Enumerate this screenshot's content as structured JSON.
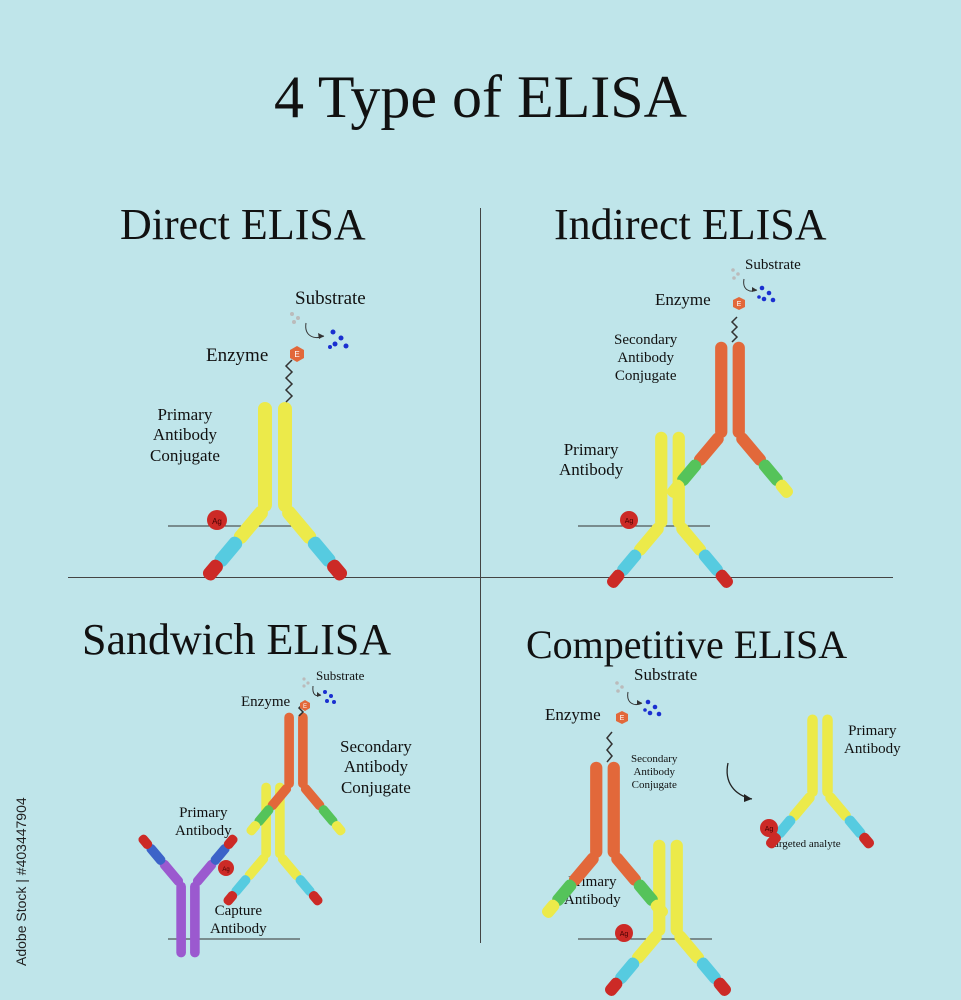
{
  "title": "4 Type of ELISA",
  "panels": {
    "direct": {
      "title": "Direct ELISA",
      "substrate": "Substrate",
      "enzyme": "Enzyme",
      "enzyme_letter": "E",
      "primary_conjugate": [
        "Primary",
        "Antibody",
        "Conjugate"
      ],
      "antigen": "Ag"
    },
    "indirect": {
      "title": "Indirect ELISA",
      "substrate": "Substrate",
      "enzyme": "Enzyme",
      "enzyme_letter": "E",
      "secondary_conjugate": [
        "Secondary",
        "Antibody",
        "Conjugate"
      ],
      "primary": [
        "Primary",
        "Antibody"
      ],
      "antigen": "Ag"
    },
    "sandwich": {
      "title": "Sandwich ELISA",
      "substrate": "Substrate",
      "enzyme": "Enzyme",
      "enzyme_letter": "E",
      "secondary_conjugate": [
        "Secondary",
        "Antibody",
        "Conjugate"
      ],
      "primary": [
        "Primary",
        "Antibody"
      ],
      "capture": [
        "Capture",
        "Antibody"
      ],
      "antigen": "Ag"
    },
    "competitive": {
      "title": "Competitive ELISA",
      "substrate": "Substrate",
      "enzyme": "Enzyme",
      "enzyme_letter": "E",
      "secondary_conjugate": [
        "Secondary",
        "Antibody",
        "Conjugate"
      ],
      "primary": [
        "Primary",
        "Antibody"
      ],
      "primary_free": [
        "Primary",
        "Antibody"
      ],
      "targeted_analyte": "Targeted analyte",
      "antigen": "Ag"
    }
  },
  "stock_id": "Adobe Stock | #403447904",
  "colors": {
    "background": "#bfe5ea",
    "yellow": "#ecea4a",
    "cyan": "#56cbe0",
    "red": "#cc2a26",
    "orange": "#e2683a",
    "green": "#55c35a",
    "purple": "#9b59cf",
    "blue": "#3c63c8",
    "dots": "#1a2fd0"
  }
}
